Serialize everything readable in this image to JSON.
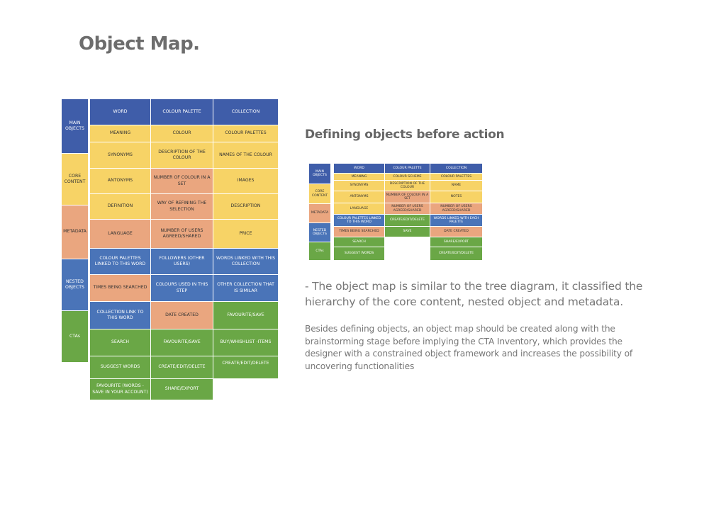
{
  "title": "Object Map.",
  "heading": "Defining objects before action",
  "lead": "- The object map is similar to the tree diagram, it classified the hierarchy of the core content, nested object and metadata.",
  "body": "Besides defining objects, an object map should be created along with the brainstorming stage before implying the CTA Inventory, which provides the designer with a constrained object framework and increases the possibility of uncovering functionalities",
  "colors": {
    "navy": "#3f5da9",
    "blue": "#4a74b8",
    "yellow": "#f7d366",
    "orange": "#eaa67f",
    "green": "#6aa746",
    "text_gray": "#777777"
  },
  "large_map": {
    "categories": [
      "MAIN OBJECTS",
      "CORE CONTENT",
      "METADATA",
      "NESTED OBJECTS",
      "CTAs"
    ],
    "columns": [
      [
        "WORD",
        "MEANING",
        "SYNONYMS",
        "ANTONYMS",
        "DEFINITION",
        "LANGUAGE",
        "COLOUR PALETTES LINKED TO THIS WORD",
        "TIMES BEING SEARCHED",
        "COLLECTION LINK TO THIS WORD",
        "SEARCH",
        "SUGGEST WORDS",
        "FAVOURITE (WORDS - SAVE IN YOUR ACCOUNT)"
      ],
      [
        "COLOUR PALETTE",
        "COLOUR",
        "DESCRIPTION OF THE COLOUR",
        "NUMBER OF COLOUR IN A SET",
        "WAY OF REFINING THE SELECTION",
        "NUMBER OF USERS AGREED/SHARED",
        "FOLLOWERS (OTHER USERS)",
        "COLOURS USED IN THIS STEP",
        "DATE CREATED",
        "FAVOURITE/SAVE",
        "CREATE/EDIT/DELETE",
        "SHARE/EXPORT"
      ],
      [
        "COLLECTION",
        "COLOUR PALETTES",
        "NAMES OF THE COLOUR",
        "IMAGES",
        "DESCRIPTION",
        "PRICE",
        "WORDS LINKED WITH THIS COLLECTION",
        "OTHER COLLECTION THAT IS SIMILAR",
        "FAVOURITE/SAVE",
        "BUY/WHISHLIST -ITEMS",
        "CREATE/EDIT/DELETE"
      ]
    ]
  },
  "small_map": {
    "categories": [
      "MAIN OBJECTS",
      "CORE CONTENT",
      "METADATA",
      "NESTED OBJECTS",
      "CTAs"
    ],
    "columns": [
      [
        "WORD",
        "MEANING",
        "SYNONYMS",
        "ANTONYMS",
        "LANGUAGE",
        "COLOUR PALETTES LINKED TO THIS WORD",
        "TIMES BEING SEARCHED",
        "SEARCH",
        "SUGGEST WORDS"
      ],
      [
        "COLOUR PALETTE",
        "COLOUR SCHEME",
        "DESCRIPTION OF THE COLOUR",
        "NUMBER OF COLOUR IN A SET",
        "NUMBER OF USERS AGREED/SHARED",
        "CREATE/EDIT/DELETE",
        "SAVE"
      ],
      [
        "COLLECTION",
        "COLOUR PALETTES",
        "NAME",
        "NOTES",
        "NUMBER OF USERS AGREED/SHARED",
        "WORDS LINKED WITH EACH PALETTE",
        "DATE CREATED",
        "SHARE/EXPORT",
        "CREATE/EDIT/DELETE"
      ]
    ]
  }
}
